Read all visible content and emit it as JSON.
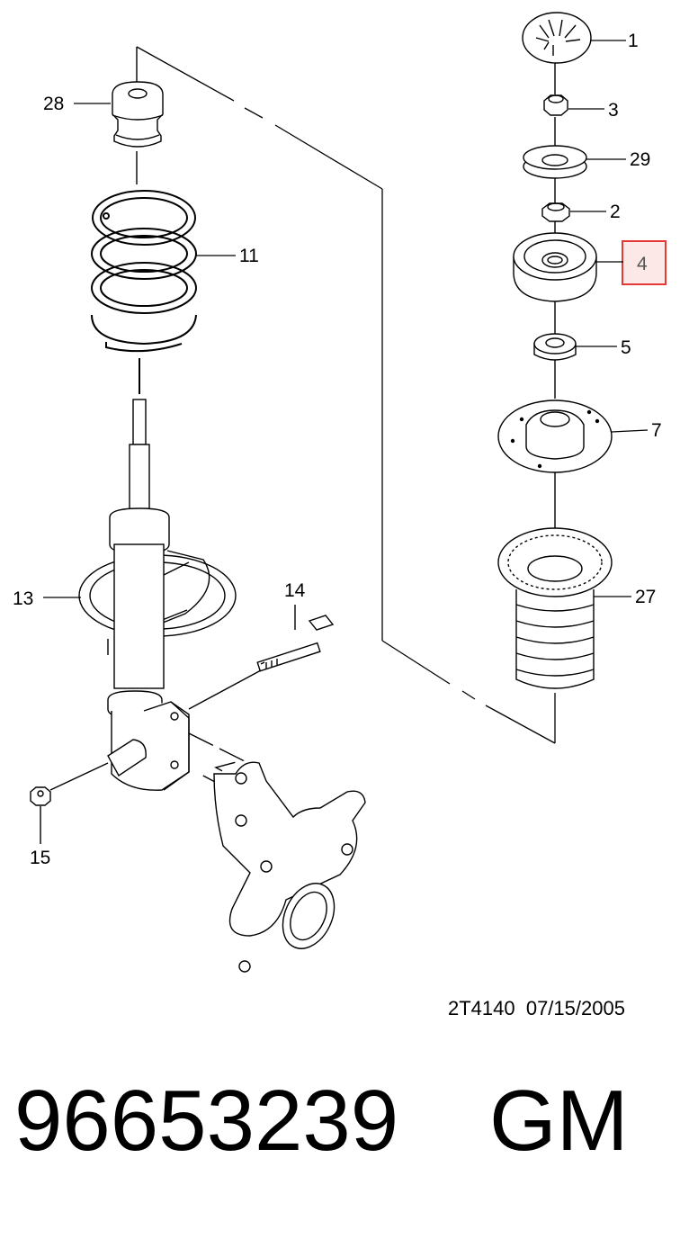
{
  "callouts": {
    "c1": "1",
    "c3": "3",
    "c29": "29",
    "c2": "2",
    "c4": "4",
    "c5": "5",
    "c7": "7",
    "c27": "27",
    "c28": "28",
    "c11": "11",
    "c13": "13",
    "c14": "14",
    "c15": "15"
  },
  "highlighted_callout": "4",
  "highlight_color": "#e53935",
  "reference": "2T4140  07/15/2005",
  "part_number": "96653239",
  "brand": "GM"
}
